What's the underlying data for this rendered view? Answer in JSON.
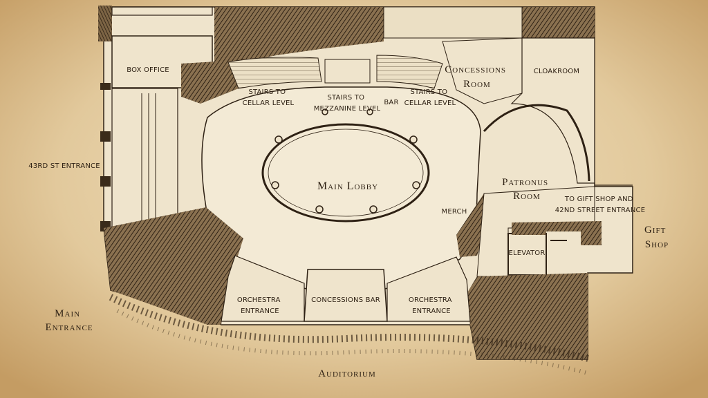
{
  "map": {
    "colors": {
      "parchment": "#e6d2ad",
      "parchment_dark": "#b48d58",
      "ink": "#2e2114",
      "wall_fill": "#6b5537",
      "floor": "#efe4cc"
    },
    "labels": {
      "box_office": "BOX OFFICE",
      "stairs_cellar_left": [
        "STAIRS TO",
        "CELLAR LEVEL"
      ],
      "stairs_mezzanine": [
        "STAIRS TO",
        "MEZZANINE LEVEL"
      ],
      "bar": "BAR",
      "stairs_cellar_right": [
        "STAIRS TO",
        "CELLAR LEVEL"
      ],
      "concessions_room": [
        "Concessions",
        "Room"
      ],
      "cloakroom": "CLOAKROOM",
      "entrance_43rd": "43RD ST ENTRANCE",
      "main_lobby": "Main Lobby",
      "patronus_room": [
        "Patronus",
        "Room"
      ],
      "merch": "MERCH",
      "to_gift_shop": [
        "TO GIFT SHOP AND",
        "42ND STREET ENTRANCE"
      ],
      "gift_shop": [
        "Gift",
        "Shop"
      ],
      "elevator": "ELEVATOR",
      "orchestra_entrance_left": [
        "ORCHESTRA",
        "ENTRANCE"
      ],
      "concessions_bar": "CONCESSIONS BAR",
      "orchestra_entrance_right": [
        "ORCHESTRA",
        "ENTRANCE"
      ],
      "main_entrance": [
        "Main",
        "Entrance"
      ],
      "auditorium": "Auditorium"
    }
  }
}
